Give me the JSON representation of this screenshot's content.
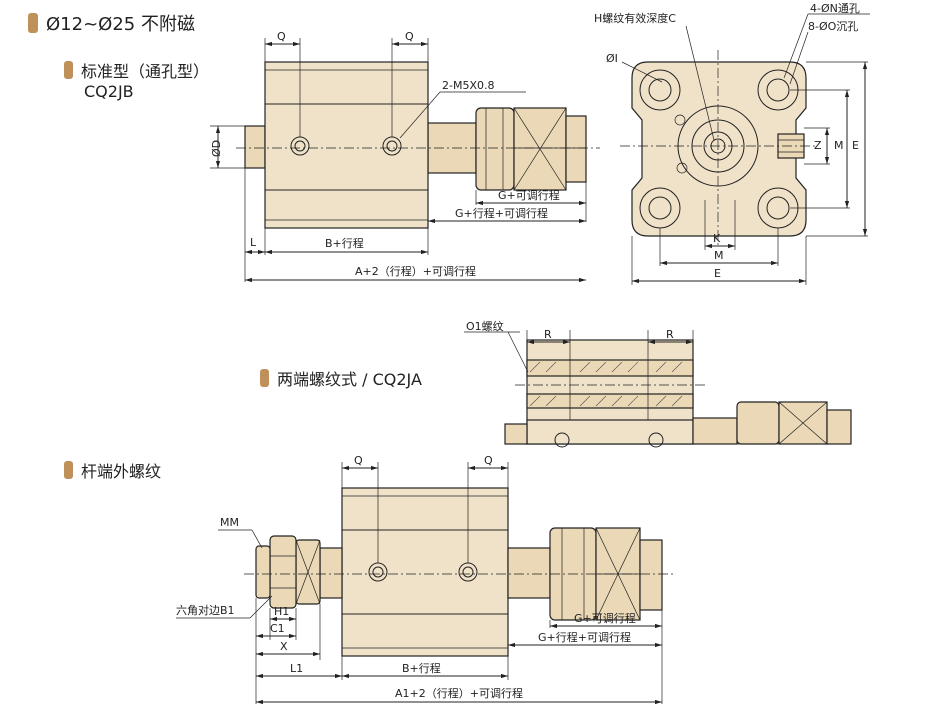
{
  "section_main": "Ø12~Ø25 不附磁",
  "sub1": {
    "name": "标准型（通孔型）",
    "code": "CQ2JB"
  },
  "sub2": {
    "name": "两端螺纹式 / CQ2JA"
  },
  "sub3": {
    "name": "杆端外螺纹"
  },
  "labels": {
    "Q": "Q",
    "D": "ØD",
    "M5": "2-M5X0.8",
    "G_adj": "G+可调行程",
    "G_stroke_adj": "G+行程+可调行程",
    "L": "L",
    "B_stroke": "B+行程",
    "A2": "A+2（行程）+可调行程",
    "H_thread": "H螺纹有效深度C",
    "N_holes": "4-ØN通孔",
    "O_counter": "8-ØO沉孔",
    "I": "ØI",
    "Z": "Z",
    "M": "M",
    "E": "E",
    "K": "K",
    "O1": "O1螺纹",
    "R": "R",
    "MM": "MM",
    "B1": "六角对边B1",
    "H1": "H1",
    "C1": "C1",
    "X": "X",
    "L1": "L1",
    "A1": "A1+2（行程）+可调行程"
  },
  "colors": {
    "body": "#f0e2c8",
    "accent": "#c0905a",
    "line": "#222222"
  }
}
